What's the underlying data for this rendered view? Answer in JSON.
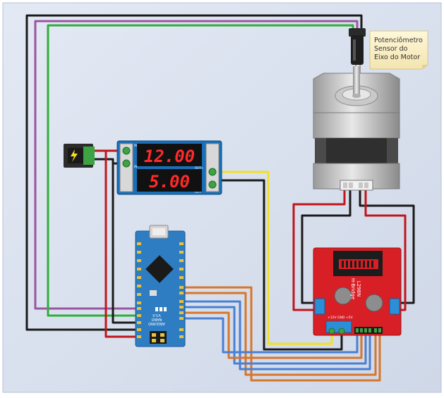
{
  "note": {
    "lines": [
      "Potenciômetro",
      "Sensor do",
      "Eixo do Motor"
    ]
  },
  "buck_converter": {
    "display_top": "12.00",
    "display_bottom": "5.00",
    "in_plus": "IN+",
    "in_minus": "IN-",
    "out_plus": "OUT+",
    "out_minus": "OUT-"
  },
  "arduino": {
    "board_label": "ARDUINO",
    "model_label": "NANO",
    "version_label": "V3.0"
  },
  "driver": {
    "chip_label": "L298N",
    "subtitle": "H-Bridge",
    "pin_12v": "+12V",
    "pin_gnd": "GND",
    "pin_5v": "+5V"
  },
  "colors": {
    "background": "#d9e1ef",
    "wire_black": "#1a1a1a",
    "wire_red": "#c0161b",
    "wire_green": "#2eae3a",
    "wire_purple": "#9b55a0",
    "wire_yellow": "#f3e021",
    "wire_blue": "#4a7fd1",
    "wire_orange": "#d8762a",
    "arduino_blue": "#2e7dc2",
    "driver_red": "#d81f26",
    "display_red": "#ff2a2a"
  }
}
